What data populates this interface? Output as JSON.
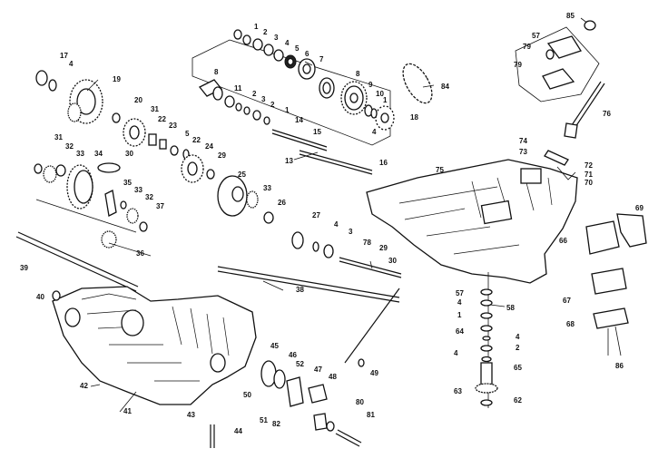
{
  "callouts": [
    {
      "id": "c-85",
      "text": "85"
    },
    {
      "id": "c-1",
      "text": "1"
    },
    {
      "id": "c-2a",
      "text": "2"
    },
    {
      "id": "c-3a",
      "text": "3"
    },
    {
      "id": "c-4a",
      "text": "4"
    },
    {
      "id": "c-5",
      "text": "5"
    },
    {
      "id": "c-6",
      "text": "6"
    },
    {
      "id": "c-7",
      "text": "7"
    },
    {
      "id": "c-8a",
      "text": "8"
    },
    {
      "id": "c-9a",
      "text": "9"
    },
    {
      "id": "c-10",
      "text": "10"
    },
    {
      "id": "c-1b",
      "text": "1"
    },
    {
      "id": "c-4b",
      "text": "4"
    },
    {
      "id": "c-18",
      "text": "18"
    },
    {
      "id": "c-84",
      "text": "84"
    },
    {
      "id": "c-17",
      "text": "17"
    },
    {
      "id": "c-4c",
      "text": "4"
    },
    {
      "id": "c-19",
      "text": "19"
    },
    {
      "id": "c-8b",
      "text": "8"
    },
    {
      "id": "c-11",
      "text": "11"
    },
    {
      "id": "c-2b",
      "text": "2"
    },
    {
      "id": "c-3b",
      "text": "3"
    },
    {
      "id": "c-2c",
      "text": "2"
    },
    {
      "id": "c-1c",
      "text": "1"
    },
    {
      "id": "c-14",
      "text": "14"
    },
    {
      "id": "c-15",
      "text": "15"
    },
    {
      "id": "c-13",
      "text": "13"
    },
    {
      "id": "c-16",
      "text": "16"
    },
    {
      "id": "c-20",
      "text": "20"
    },
    {
      "id": "c-31a",
      "text": "31"
    },
    {
      "id": "c-22a",
      "text": "22"
    },
    {
      "id": "c-23",
      "text": "23"
    },
    {
      "id": "c-5b",
      "text": "5"
    },
    {
      "id": "c-22b",
      "text": "22"
    },
    {
      "id": "c-24",
      "text": "24"
    },
    {
      "id": "c-29",
      "text": "29"
    },
    {
      "id": "c-31b",
      "text": "31"
    },
    {
      "id": "c-32a",
      "text": "32"
    },
    {
      "id": "c-33a",
      "text": "33"
    },
    {
      "id": "c-34",
      "text": "34"
    },
    {
      "id": "c-30",
      "text": "30"
    },
    {
      "id": "c-25",
      "text": "25"
    },
    {
      "id": "c-33b",
      "text": "33"
    },
    {
      "id": "c-26",
      "text": "26"
    },
    {
      "id": "c-35",
      "text": "35"
    },
    {
      "id": "c-33c",
      "text": "33"
    },
    {
      "id": "c-32b",
      "text": "32"
    },
    {
      "id": "c-37",
      "text": "37"
    },
    {
      "id": "c-36",
      "text": "36"
    },
    {
      "id": "c-27",
      "text": "27"
    },
    {
      "id": "c-4d",
      "text": "4"
    },
    {
      "id": "c-3c",
      "text": "3"
    },
    {
      "id": "c-78",
      "text": "78"
    },
    {
      "id": "c-29b",
      "text": "29"
    },
    {
      "id": "c-30b",
      "text": "30"
    },
    {
      "id": "c-39",
      "text": "39"
    },
    {
      "id": "c-40",
      "text": "40"
    },
    {
      "id": "c-38",
      "text": "38"
    },
    {
      "id": "c-57",
      "text": "57"
    },
    {
      "id": "c-79a",
      "text": "79"
    },
    {
      "id": "c-79b",
      "text": "79"
    },
    {
      "id": "c-76",
      "text": "76"
    },
    {
      "id": "c-74",
      "text": "74"
    },
    {
      "id": "c-73",
      "text": "73"
    },
    {
      "id": "c-72",
      "text": "72"
    },
    {
      "id": "c-71",
      "text": "71"
    },
    {
      "id": "c-70",
      "text": "70"
    },
    {
      "id": "c-75",
      "text": "75"
    },
    {
      "id": "c-69",
      "text": "69"
    },
    {
      "id": "c-66",
      "text": "66"
    },
    {
      "id": "c-67",
      "text": "67"
    },
    {
      "id": "c-68",
      "text": "68"
    },
    {
      "id": "c-86",
      "text": "86"
    },
    {
      "id": "c-57b",
      "text": "57"
    },
    {
      "id": "c-4e",
      "text": "4"
    },
    {
      "id": "c-58",
      "text": "58"
    },
    {
      "id": "c-1d",
      "text": "1"
    },
    {
      "id": "c-64",
      "text": "64"
    },
    {
      "id": "c-4f",
      "text": "4"
    },
    {
      "id": "c-2d",
      "text": "2"
    },
    {
      "id": "c-4g",
      "text": "4"
    },
    {
      "id": "c-65",
      "text": "65"
    },
    {
      "id": "c-63",
      "text": "63"
    },
    {
      "id": "c-62",
      "text": "62"
    },
    {
      "id": "c-45",
      "text": "45"
    },
    {
      "id": "c-46",
      "text": "46"
    },
    {
      "id": "c-52",
      "text": "52"
    },
    {
      "id": "c-47",
      "text": "47"
    },
    {
      "id": "c-48",
      "text": "48"
    },
    {
      "id": "c-49",
      "text": "49"
    },
    {
      "id": "c-42",
      "text": "42"
    },
    {
      "id": "c-41",
      "text": "41"
    },
    {
      "id": "c-43",
      "text": "43"
    },
    {
      "id": "c-50",
      "text": "50"
    },
    {
      "id": "c-51",
      "text": "51"
    },
    {
      "id": "c-82",
      "text": "82"
    },
    {
      "id": "c-80",
      "text": "80"
    },
    {
      "id": "c-81",
      "text": "81"
    },
    {
      "id": "c-44",
      "text": "44"
    }
  ]
}
